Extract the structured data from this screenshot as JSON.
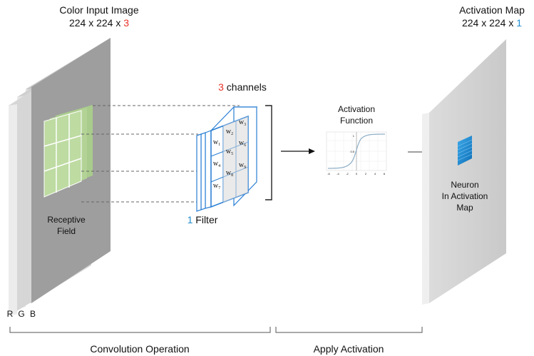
{
  "input": {
    "title": "Color Input Image",
    "dims_prefix": "224 x 224 x ",
    "dims_channels": "3",
    "channel_labels": [
      "R",
      "G",
      "B"
    ],
    "receptive_field": [
      "Receptive",
      "Field"
    ]
  },
  "filter": {
    "channels_count": "3",
    "channels_text": " channels",
    "filter_count": "1",
    "filter_text": " Filter",
    "weights": [
      "w1",
      "w2",
      "w3",
      "w4",
      "w5",
      "w6",
      "w7",
      "w8",
      "w9"
    ]
  },
  "activation_function": {
    "title": [
      "Activation",
      "Function"
    ],
    "x_ticks": [
      "-6",
      "-4",
      "-2",
      "0",
      "2",
      "4",
      "6"
    ],
    "y_ticks": [
      "1",
      "0.5"
    ]
  },
  "output": {
    "title": "Activation Map",
    "dims_prefix": "224 x 224 x ",
    "dims_channels": "1",
    "neuron_label": [
      "Neuron",
      "In Activation",
      "Map"
    ]
  },
  "bottom": {
    "convolution": "Convolution Operation",
    "activation": "Apply Activation"
  },
  "colors": {
    "red": "#e8322a",
    "blue": "#1f8fd0",
    "green": "#b6d79a",
    "filter_blue": "#2a7fd4"
  }
}
